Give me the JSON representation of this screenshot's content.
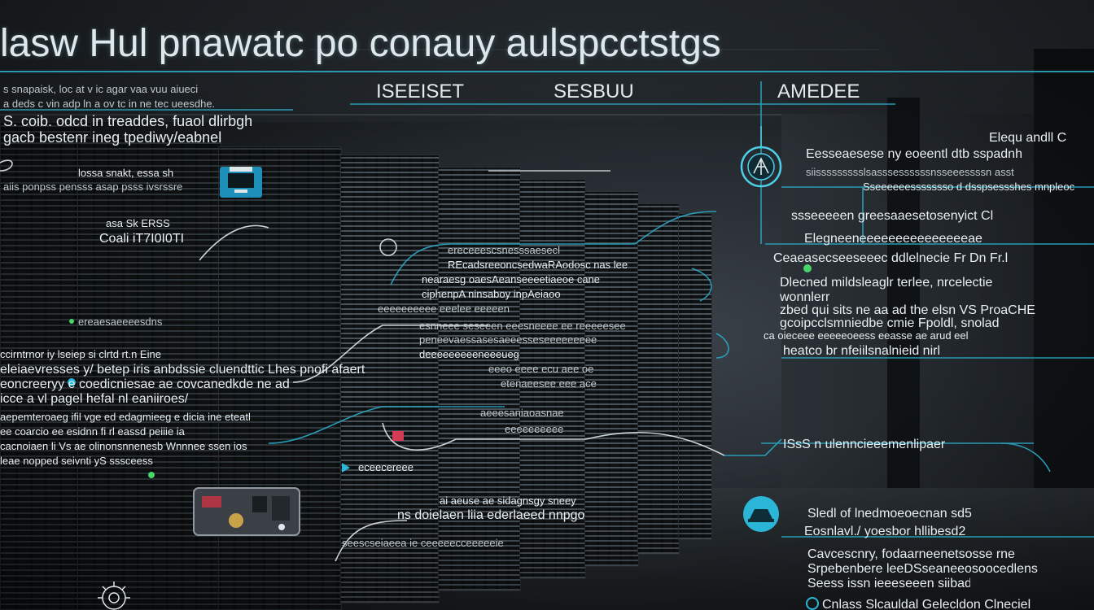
{
  "header": {
    "title": "lasw Hul pnawatc po conauy aulspcctstgs",
    "tabs": [
      "ISEEISET",
      "SESBUU",
      "AMEDEE"
    ]
  },
  "left_column": {
    "lines": [
      "s snapaisk, loc at v ic agar vaa vuu aiueci",
      "a deds c vin adp ln a ov tc in ne tec ueesdhe.",
      "S. coib. odcd in treaddes, fuaol dlirbgh",
      "gacb bestenr ineg tpediwy/eabnel",
      "lossa snakt, essa sh",
      "aiis ponpss pensss asap psss ivsrssre",
      "asa Sk ERSS",
      "Coali iT7I0I0TI",
      "ereaesaeeeesdns",
      "ccirntrnor iy lseiep si clrtd rt.n  Eine",
      "eleiaevresses y/ betep iris anbdssie cluendttic Lhes pnofi afaert",
      "eoncreeryy  e coedicniesae ae covcanedkde ne ad",
      "icce a vl pagel hefal nl eaniiroes/",
      "aepemteroaeg ifil vge ed edagmieeg e dicia ine eteatl",
      "ee coarcio ee esidnn  fi rl eassd peiiie ia",
      "cacnoiaen li Vs ae olinonsnnenesb Wnnnee ssen ios",
      "leae   nopped seivnti yS     sssceess"
    ]
  },
  "center_block": {
    "lines": [
      "ereceeescsnesssaesecl",
      "REcadsreeoncsedwaRAodosc nas lee",
      "nearaesg oaesAeanseeeetiaeoe cane",
      "ciphenpA ninsaboy inpAeiaoo",
      "eeeeeeeeee eeelee eeeeen",
      "esnneee  seseeen  eeesneeee ee reeeeesee",
      "peneevaessasesaeeesseseeeeeeeee",
      "deeeeeeeeeneeeueg",
      "eeeo  eeee ecu aee oe",
      "etenaeesee eee ace",
      "aeeesaniaoasnae",
      "eeeeeeeeee",
      "eceecereee",
      "ai aeuse ae sidagnsgy sneey",
      "ns doielaen liia ederlaeed  nnpgoe",
      "seescseiaeea ie ceeeeecceeeeeie"
    ]
  },
  "right_column": {
    "lines": [
      "Elequ andll C",
      "Eesseaesese  ny eoeentl dtb sspadnh",
      "siissssssssslsasssessssssnsseeessssn asst",
      "Sseeeeeessssssso d dsspsessshes mnpleoc",
      "ssseeeeen  greesaaesetosenyict Cl",
      "Elegneeneeeeeeeeeeeeeeeae",
      "Ceaeasecseeseeec ddlelnecie  Fr  Dn  Fr.l",
      "Dlecned mildsleaglr terlee, nrcelectie",
      "wonnlerr",
      "zbed qui sits ne aa ad the elsn VS ProaCHE",
      "gcoipcclsmniedbe cmie Fpoldl, snolad",
      "ca oieceee eeeeeoeess eeasse ae arud eel",
      "heatco br nfeiilsnalnieid nirl",
      "ISsS n ulenncieeemenlipaer",
      "Sledl of lnedmoeoecnan sd5",
      "Eosnlavl./ yoesbor hllibesd2",
      "Cavcescnry, fodaarneenetsosse rne",
      "Srpebenbere leeDSseaneeosoocedlens",
      "Seess issn ieeeseeen siibad",
      "Cnlass Slcauldal Gelecldon Clneciel"
    ]
  },
  "colors": {
    "accent": "#2aa7c4",
    "accent_bright": "#4fd0ea",
    "text": "#e8eef1",
    "background": "#15191d"
  },
  "icons": [
    "hud-ring-icon",
    "network-hub-icon",
    "monitor-icon",
    "server-unit-icon",
    "cloud-hat-icon",
    "gear-icon",
    "globe-icon"
  ]
}
